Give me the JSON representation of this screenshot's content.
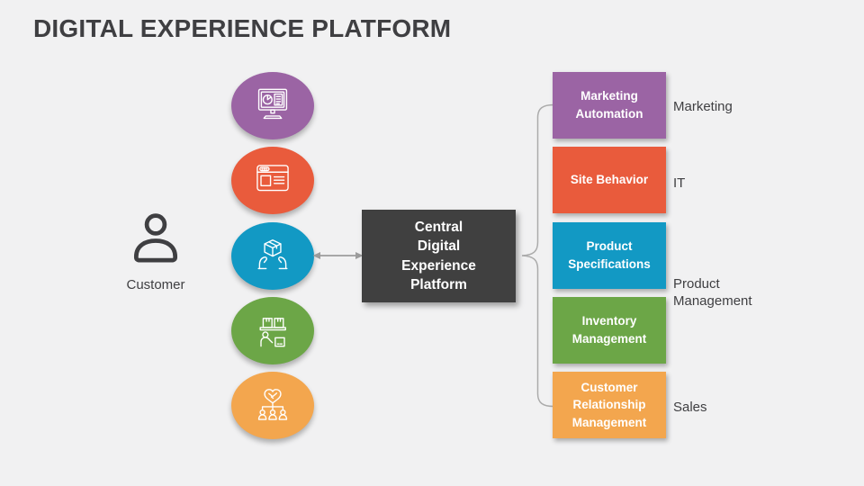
{
  "slide": {
    "title": "DIGITAL EXPERIENCE PLATFORM",
    "background_color": "#F1F1F2",
    "connector_color": "#A9A9A9"
  },
  "customer": {
    "label": "Customer",
    "color": "#3F3F42"
  },
  "channels": [
    {
      "name": "analytics-monitor",
      "color": "#9B64A4"
    },
    {
      "name": "website-browser",
      "color": "#E95B3C"
    },
    {
      "name": "product-box-hands",
      "color": "#1299C4"
    },
    {
      "name": "warehouse-inventory",
      "color": "#6CA647"
    },
    {
      "name": "customer-group-handshake",
      "color": "#F3A64E"
    }
  ],
  "central_box": {
    "text": "Central\nDigital\nExperience\nPlatform",
    "color": "#404040"
  },
  "systems": [
    {
      "label": "Marketing Automation",
      "color": "#9B64A4"
    },
    {
      "label": "Site Behavior",
      "color": "#E95B3C"
    },
    {
      "label": "Product Specifications",
      "color": "#1299C4"
    },
    {
      "label": "Inventory Management",
      "color": "#6CA647"
    },
    {
      "label": "Customer Relationship Management",
      "color": "#F3A64E"
    }
  ],
  "departments": [
    {
      "label": "Marketing"
    },
    {
      "label": "IT"
    },
    {
      "label": "Product Management"
    },
    {
      "label": "Sales"
    }
  ]
}
